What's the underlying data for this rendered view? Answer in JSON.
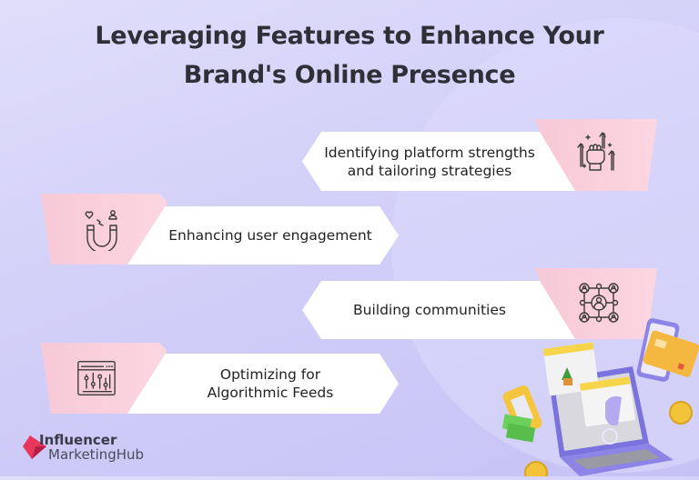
{
  "title": {
    "line1": "Leveraging Features to Enhance Your",
    "line2": "Brand's Online Presence"
  },
  "items": [
    {
      "label_line1": "Identifying platform strengths",
      "label_line2": "and tailoring strategies",
      "icon": "raised-fist-arrows-icon",
      "side": "right"
    },
    {
      "label_line1": "Enhancing user engagement",
      "label_line2": "",
      "icon": "magnet-heart-user-icon",
      "side": "left"
    },
    {
      "label_line1": "Building communities",
      "label_line2": "",
      "icon": "network-people-icon",
      "side": "right"
    },
    {
      "label_line1": "Optimizing for",
      "label_line2": "Algorithmic Feeds",
      "icon": "browser-sliders-icon",
      "side": "left"
    }
  ],
  "logo": {
    "line1": "Influencer",
    "line2": "MarketingHub",
    "color": "#e8365d"
  },
  "illustration": "laptop-ecommerce-illustration",
  "colors": {
    "background": "#d4d1f8",
    "pink": "#f8c9d6",
    "card": "#ffffff",
    "text": "#2f2f38"
  }
}
